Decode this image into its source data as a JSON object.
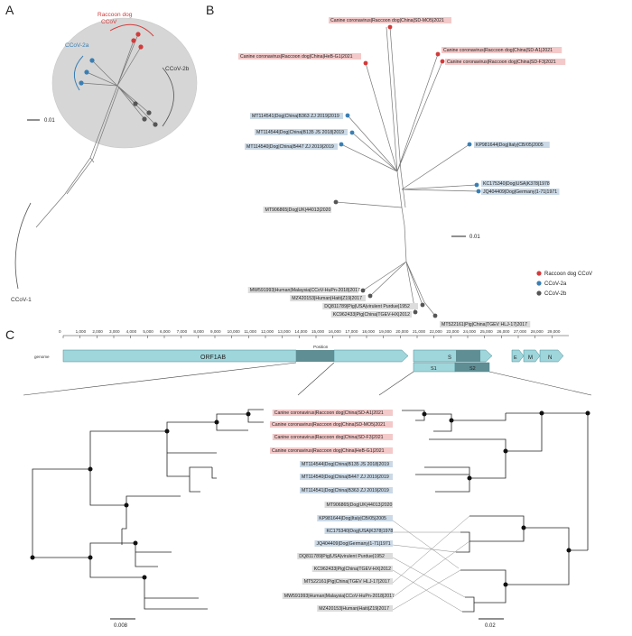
{
  "panels": {
    "a": "A",
    "b": "B",
    "c": "C"
  },
  "colors": {
    "red": "#d33b3b",
    "blue": "#3a7fb3",
    "dark": "#555555",
    "label_red_bg": "#f4c9c9",
    "label_blue_bg": "#cbd9e6",
    "label_grey_bg": "#dcdcdc",
    "gene_fill": "#9fd6dc",
    "gene_dark": "#5f8e94"
  },
  "panel_a": {
    "groups": {
      "raccoon": "Raccoon dog\nCCoV",
      "raccoon_l1": "Raccoon dog",
      "raccoon_l2": "CCoV",
      "ccov2a": "CCoV-2a",
      "ccov2b": "CCoV-2b",
      "ccov1": "CCoV-1"
    },
    "scale": "0.01"
  },
  "panel_b": {
    "scale": "0.01",
    "legend": [
      {
        "label": "Raccoon dog CCoV",
        "color": "#d33b3b"
      },
      {
        "label": "CCoV-2a",
        "color": "#3a7fb3"
      },
      {
        "label": "CCoV-2b",
        "color": "#555555"
      }
    ],
    "tips": [
      {
        "label": "Canine coronavirus|Raccoon dog|China|SD-MO5|2021",
        "group": "red"
      },
      {
        "label": "Canine coronavirus|Raccoon dog|China|SD-A1|2021",
        "group": "red"
      },
      {
        "label": "Canine coronavirus|Raccoon dog|China|SD-F3|2021",
        "group": "red"
      },
      {
        "label": "Canine coronavirus|Raccoon dog|China|HeB-G1|2021",
        "group": "red"
      },
      {
        "label": "MT114541|Dog|China|B363 ZJ 2019|2019",
        "group": "blue"
      },
      {
        "label": "MT114544|Dog|China|B135 JS 2018|2019",
        "group": "blue"
      },
      {
        "label": "MT114540|Dog|China|B447 ZJ 2019|2019",
        "group": "blue"
      },
      {
        "label": "KP981644|Dog|Italy|CB/05|2005",
        "group": "blue"
      },
      {
        "label": "KC175340|Dog|USA|K378|1978",
        "group": "blue"
      },
      {
        "label": "JQ404409|Dog|Germany|1-71|1971",
        "group": "blue"
      },
      {
        "label": "MT906865|Dog|UK|44013|2020",
        "group": "grey"
      },
      {
        "label": "MW591993|Human|Malaysia|CCoV-HuPn-2018|2017",
        "group": "grey"
      },
      {
        "label": "MZ420153|Human|Haiti|Z19|2017",
        "group": "grey"
      },
      {
        "label": "DQ811789|Pig|USA|virulent Purdue|1952",
        "group": "grey"
      },
      {
        "label": "KC962433|Pig|China|TGEV-HX|2012",
        "group": "grey"
      },
      {
        "label": "MT522161|Pig|China|TGEV HLJ-17|2017",
        "group": "grey"
      }
    ]
  },
  "panel_c": {
    "axis_title": "Position",
    "ticks": [
      "0",
      "1,000",
      "2,000",
      "3,000",
      "4,000",
      "5,000",
      "6,000",
      "7,000",
      "8,000",
      "9,000",
      "10,000",
      "11,000",
      "12,000",
      "13,000",
      "14,000",
      "15,000",
      "16,000",
      "17,000",
      "18,000",
      "19,000",
      "20,000",
      "21,000",
      "22,000",
      "23,000",
      "24,000",
      "25,000",
      "26,000",
      "27,000",
      "28,000",
      "29,000"
    ],
    "track_label": "genome",
    "genes": {
      "orf1ab": "ORF1AB",
      "s": "S",
      "s1": "S1",
      "s2": "S2",
      "e": "E",
      "m": "M",
      "n": "N"
    },
    "left_scale": "0.008",
    "right_scale": "0.02",
    "tips": [
      {
        "label": "Canine coronavirus|Raccoon dog|China|SD-A1|2021",
        "group": "red"
      },
      {
        "label": "Canine coronavirus|Raccoon dog|China|SD-MO5|2021",
        "group": "red"
      },
      {
        "label": "Canine coronavirus|Raccoon dog|China|SD-F3|2021",
        "group": "red"
      },
      {
        "label": "Canine coronavirus|Raccoon dog|China|HeB-G1|2021",
        "group": "red"
      },
      {
        "label": "MT114544|Dog|China|B135 JS 2018|2019",
        "group": "blue"
      },
      {
        "label": "MT114540|Dog|China|B447 ZJ 2019|2019",
        "group": "blue"
      },
      {
        "label": "MT114541|Dog|China|B363 ZJ 2019|2019",
        "group": "blue"
      },
      {
        "label": "MT906865|Dog|UK|44013|2020",
        "group": "grey"
      },
      {
        "label": "KP981644|Dog|Italy|CB/05|2005",
        "group": "blue"
      },
      {
        "label": "KC175340|Dog|USA|K378|1978",
        "group": "blue"
      },
      {
        "label": "JQ404409|Dog|Germany|1-71|1971",
        "group": "blue"
      },
      {
        "label": "DQ811789|Pig|USA|virulent Purdue|1952",
        "group": "grey"
      },
      {
        "label": "KC962433|Pig|China|TGEV-HX|2012",
        "group": "grey"
      },
      {
        "label": "MT522161|Pig|China|TGEV HLJ-17|2017",
        "group": "grey"
      },
      {
        "label": "MW591993|Human|Malaysia|CCoV-HuPn-2018|2017",
        "group": "grey"
      },
      {
        "label": "MZ420153|Human|Haiti|Z19|2017",
        "group": "grey"
      }
    ]
  }
}
